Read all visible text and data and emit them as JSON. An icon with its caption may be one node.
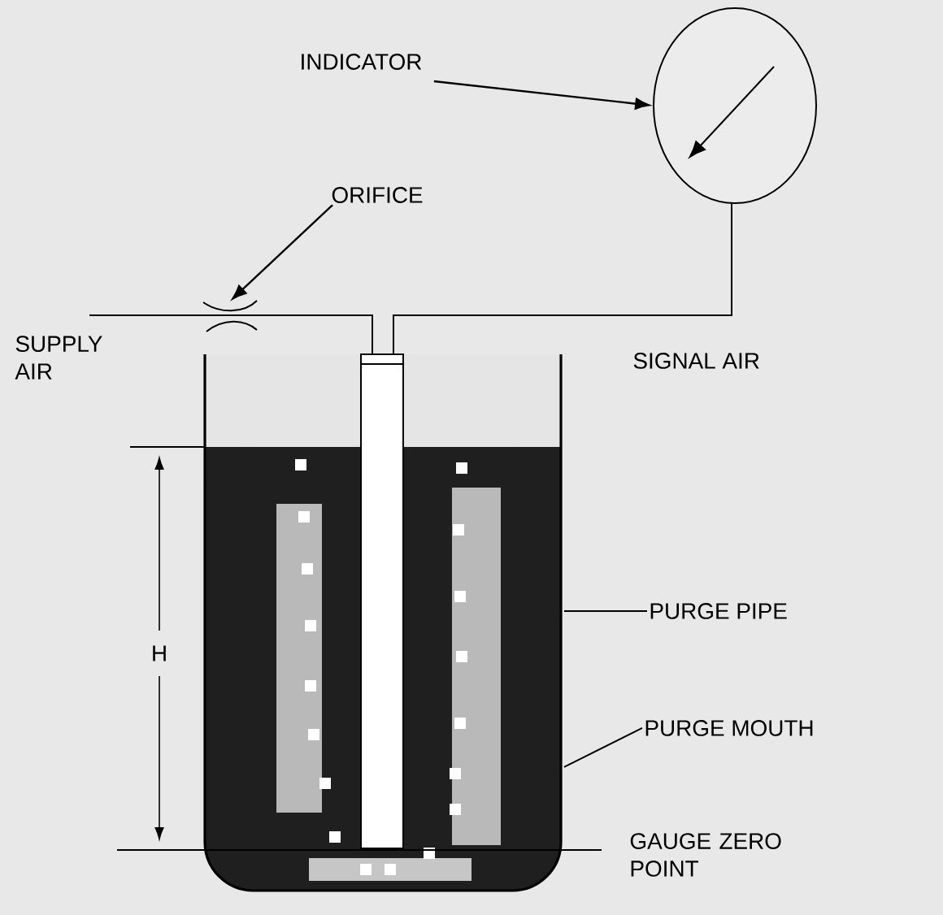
{
  "diagram": {
    "nodes": [
      {
        "text": [
          "INDICATOR"
        ]
      },
      {
        "text": [],
        "shape": "circle"
      },
      {
        "text": [
          "ORIFICE"
        ]
      },
      {
        "text": [
          "PURGE PIPE"
        ]
      },
      {
        "text": [
          "PURGE MOUTH"
        ]
      },
      {
        "text": [],
        "shape": "orifice"
      }
    ],
    "edges": [
      {
        "from": 0,
        "to": 1,
        "arrow": "to"
      },
      {
        "from": 2,
        "to": 5,
        "arrow": "to"
      },
      {
        "from": 3,
        "to": null,
        "arrow": "none"
      },
      {
        "from": 4,
        "to": null,
        "arrow": "none"
      }
    ],
    "labels": [
      "SUPPLY AIR",
      "SIGNAL AIR",
      "H",
      "GAUGE ZERO POINT"
    ]
  }
}
